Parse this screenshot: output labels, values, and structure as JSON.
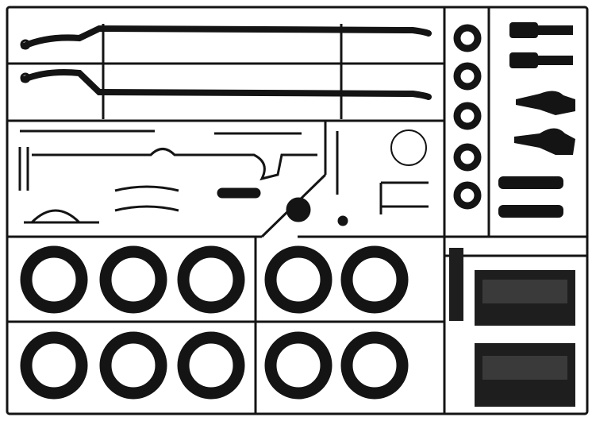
{
  "photo": {
    "subject": "model-kit-sprue",
    "colors": {
      "background": "#ffffff",
      "plastic": "#141414",
      "highlight": "#3a3a3a"
    },
    "tire_count": 10,
    "wheel_hub_count": 5
  }
}
